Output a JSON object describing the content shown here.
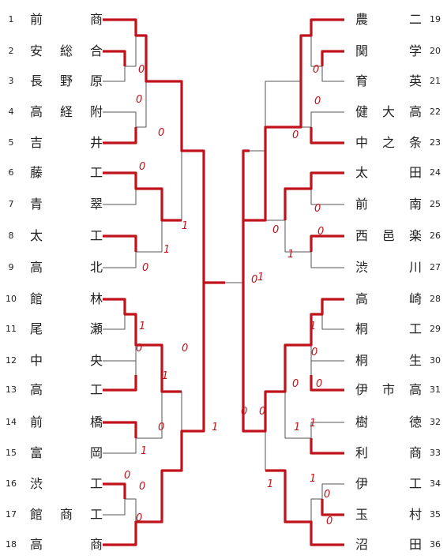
{
  "left_teams": [
    {
      "num": "1",
      "name": "前　商"
    },
    {
      "num": "2",
      "name": "安総合"
    },
    {
      "num": "3",
      "name": "長野原"
    },
    {
      "num": "4",
      "name": "高経附"
    },
    {
      "num": "5",
      "name": "吉　井"
    },
    {
      "num": "6",
      "name": "藤　工"
    },
    {
      "num": "7",
      "name": "青　翠"
    },
    {
      "num": "8",
      "name": "太　工"
    },
    {
      "num": "9",
      "name": "高　北"
    },
    {
      "num": "10",
      "name": "館　林"
    },
    {
      "num": "11",
      "name": "尾　瀬"
    },
    {
      "num": "12",
      "name": "中　央"
    },
    {
      "num": "13",
      "name": "高　工"
    },
    {
      "num": "14",
      "name": "前　橋"
    },
    {
      "num": "15",
      "name": "富　岡"
    },
    {
      "num": "16",
      "name": "渋　工"
    },
    {
      "num": "17",
      "name": "館商工"
    },
    {
      "num": "18",
      "name": "高　商"
    }
  ],
  "right_teams": [
    {
      "num": "19",
      "name": "農　二"
    },
    {
      "num": "20",
      "name": "関　学"
    },
    {
      "num": "21",
      "name": "育　英"
    },
    {
      "num": "22",
      "name": "健大高"
    },
    {
      "num": "23",
      "name": "中之条"
    },
    {
      "num": "24",
      "name": "太　田"
    },
    {
      "num": "25",
      "name": "前　南"
    },
    {
      "num": "26",
      "name": "西邑楽"
    },
    {
      "num": "27",
      "name": "渋　川"
    },
    {
      "num": "28",
      "name": "高　崎"
    },
    {
      "num": "29",
      "name": "桐　工"
    },
    {
      "num": "30",
      "name": "桐　生"
    },
    {
      "num": "31",
      "name": "伊市高"
    },
    {
      "num": "32",
      "name": "樹　徳"
    },
    {
      "num": "33",
      "name": "利　商"
    },
    {
      "num": "34",
      "name": "伊　工"
    },
    {
      "num": "35",
      "name": "玉　村"
    },
    {
      "num": "36",
      "name": "沼　田"
    }
  ],
  "scores": [
    "0",
    "0",
    "0",
    "0",
    "1",
    "1",
    "0",
    "1",
    "0",
    "0",
    "1",
    "0",
    "1",
    "0",
    "0",
    "0",
    "1",
    "1",
    "0",
    "0",
    "0",
    "0",
    "0",
    "0",
    "1",
    "0",
    "1",
    "0",
    "0",
    "1",
    "1",
    "1",
    "0",
    "0",
    "0",
    "0",
    "1",
    "0"
  ]
}
